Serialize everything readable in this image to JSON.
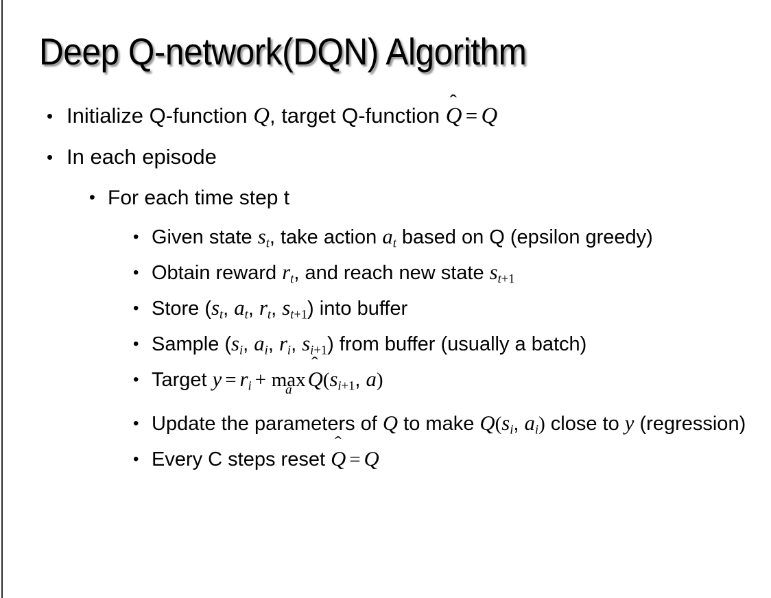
{
  "slide": {
    "title": "Deep Q-network(DQN) Algorithm",
    "bullet_glyph": "•",
    "background_color": "#ffffff",
    "text_color": "#000000",
    "edge_rule_color": "#2b2b2b"
  },
  "content": {
    "l1_initialize": {
      "pre": "Initialize Q-function ",
      "var_q1": "Q",
      "mid": ", target Q-function ",
      "hat_base": "Q",
      "hat_accent": "ˆ",
      "equals": "=",
      "var_q2": "Q"
    },
    "l1_in_each_episode": "In each episode",
    "l2_for_each_time_step": "For each time step t",
    "l3_given_state": {
      "pre": "Given state ",
      "var_s": "s",
      "sub_s": "t",
      "mid": ", take action ",
      "var_a": "a",
      "sub_a": "t",
      "post": " based on Q (epsilon greedy)"
    },
    "l3_obtain_reward": {
      "pre": "Obtain reward ",
      "var_r": "r",
      "sub_r": "t",
      "mid": ", and reach new state ",
      "var_s": "s",
      "sub_s_a": "t",
      "sub_s_plus": "+1"
    },
    "l3_store": {
      "pre": "Store (",
      "v1": "s",
      "s1": "t",
      "c1": ", ",
      "v2": "a",
      "s2": "t",
      "c2": ", ",
      "v3": "r",
      "s3": "t",
      "c3": ", ",
      "v4": "s",
      "s4a": "t",
      "s4b": "+1",
      "post": ") into buffer"
    },
    "l3_sample": {
      "pre": "Sample (",
      "v1": "s",
      "s1": "i",
      "c1": ", ",
      "v2": "a",
      "s2": "i",
      "c2": ", ",
      "v3": "r",
      "s3": "i",
      "c3": ", ",
      "v4": "s",
      "s4a": "i",
      "s4b": "+1",
      "post": ") from buffer (usually a batch)"
    },
    "l3_target": {
      "pre": "Target ",
      "var_y": "y",
      "equals": "=",
      "var_r": "r",
      "sub_r": "i",
      "plus": "+",
      "max_base": "max",
      "max_under": "a",
      "hat_base": "Q",
      "hat_accent": "ˆ",
      "paren_open": "(",
      "var_s": "s",
      "sub_s_a": "i",
      "sub_s_plus": "+1",
      "comma": ", ",
      "var_a": "a",
      "paren_close": ")"
    },
    "l3_update": {
      "pre": "Update the parameters of ",
      "var_q1": "Q",
      "mid": " to make ",
      "var_q2": "Q",
      "paren_open": "(",
      "var_s": "s",
      "sub_s": "i",
      "comma": ", ",
      "var_a": "a",
      "sub_a": "i",
      "paren_close": ")",
      "post": " close to ",
      "var_y": "y",
      "tail": " (regression)"
    },
    "l3_every_c": {
      "pre": "Every C steps reset ",
      "hat_base": "Q",
      "hat_accent": "ˆ",
      "equals": "=",
      "var_q": "Q"
    }
  }
}
